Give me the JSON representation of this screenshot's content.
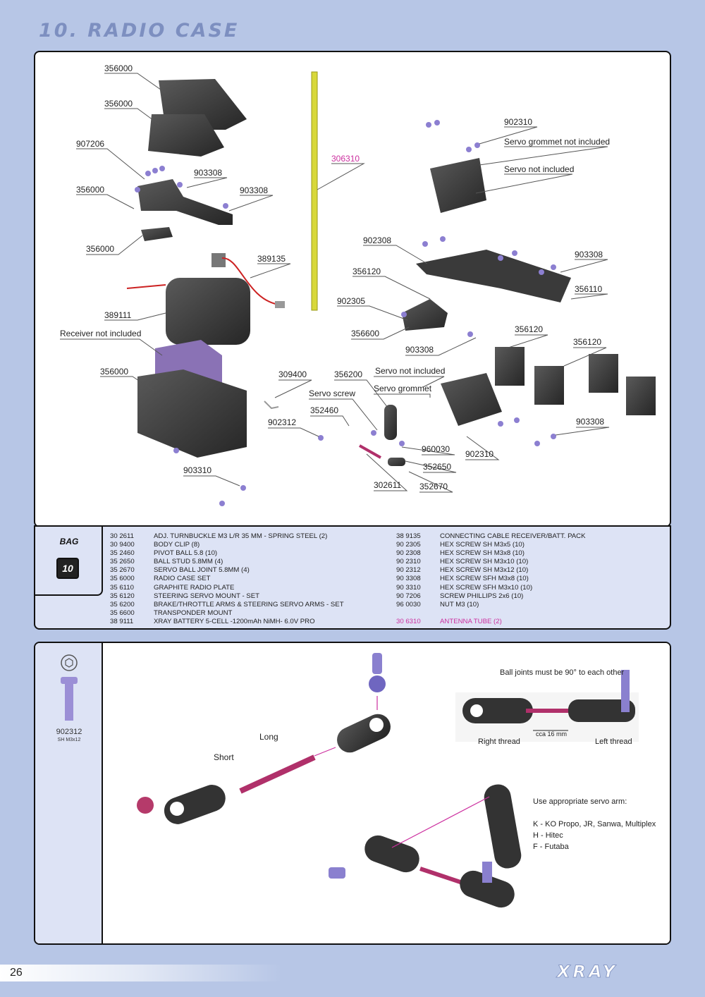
{
  "header": {
    "title": "10. RADIO CASE"
  },
  "diagram": {
    "labels": [
      "356000",
      "356000",
      "907206",
      "903308",
      "356000",
      "903308",
      "356000",
      "389135",
      "389111",
      "Receiver not included",
      "356000",
      "306310",
      "902310",
      "Servo grommet not included",
      "Servo not included",
      "902308",
      "903308",
      "356120",
      "356110",
      "902305",
      "356600",
      "356120",
      "903308",
      "356120",
      "309400",
      "356200",
      "Servo not included",
      "Servo grommet",
      "Servo screw",
      "352460",
      "902312",
      "960030",
      "902310",
      "903308",
      "352650",
      "302611",
      "352670",
      "903310"
    ]
  },
  "bag": {
    "label": "BAG",
    "number": "10"
  },
  "parts_left": [
    {
      "code": "30 2611",
      "desc": "ADJ. TURNBUCKLE M3 L/R 35 MM  - SPRING STEEL (2)"
    },
    {
      "code": "30 9400",
      "desc": "BODY CLIP (8)"
    },
    {
      "code": "35 2460",
      "desc": "PIVOT BALL 5.8 (10)"
    },
    {
      "code": "35 2650",
      "desc": "BALL STUD 5.8MM (4)"
    },
    {
      "code": "35 2670",
      "desc": "SERVO BALL JOINT  5.8MM (4)"
    },
    {
      "code": "35 6000",
      "desc": "RADIO CASE SET"
    },
    {
      "code": "35 6110",
      "desc": "GRAPHITE RADIO PLATE"
    },
    {
      "code": "35 6120",
      "desc": "STEERING SERVO MOUNT - SET"
    },
    {
      "code": "35 6200",
      "desc": "BRAKE/THROTTLE ARMS & STEERING SERVO ARMS - SET"
    },
    {
      "code": "35 6600",
      "desc": "TRANSPONDER MOUNT"
    },
    {
      "code": "38 9111",
      "desc": "XRAY BATTERY 5-CELL -1200mAh NiMH- 6.0V PRO"
    }
  ],
  "parts_right": [
    {
      "code": "38 9135",
      "desc": "CONNECTING CABLE  RECEIVER/BATT. PACK"
    },
    {
      "code": "90 2305",
      "desc": "HEX SCREW  SH M3x5  (10)"
    },
    {
      "code": "90 2308",
      "desc": "HEX SCREW  SH M3x8  (10)"
    },
    {
      "code": "90 2310",
      "desc": "HEX SCREW  SH M3x10  (10)"
    },
    {
      "code": "90 2312",
      "desc": "HEX SCREW  SH M3x12  (10)"
    },
    {
      "code": "90 3308",
      "desc": "HEX SCREW  SFH M3x8  (10)"
    },
    {
      "code": "90 3310",
      "desc": "HEX SCREW  SFH M3x10  (10)"
    },
    {
      "code": "90 7206",
      "desc": "SCREW PHILLIPS 2x6  (10)"
    },
    {
      "code": "96 0030",
      "desc": "NUT M3  (10)"
    },
    {
      "code": "",
      "desc": ""
    },
    {
      "code": "30 6310",
      "desc": "ANTENNA TUBE (2)"
    }
  ],
  "detail": {
    "screw_code": "902312",
    "screw_sub": "SH M3x12",
    "long": "Long",
    "short": "Short",
    "ball_joints_note": "Ball joints must be 90° to each other",
    "right_thread": "Right  thread",
    "left_thread": "Left  thread",
    "measure": "cca 16 mm",
    "servo_arm_title": "Use appropriate servo arm:",
    "servo_arm_k": "K - KO Propo, JR, Sanwa, Multiplex",
    "servo_arm_h": "H - Hitec",
    "servo_arm_f": "F - Futaba"
  },
  "footer": {
    "page": "26",
    "brand": "XRAY"
  },
  "colors": {
    "accent": "#cc2f9f",
    "title": "#7d8fc0",
    "background": "#b7c6e6"
  }
}
